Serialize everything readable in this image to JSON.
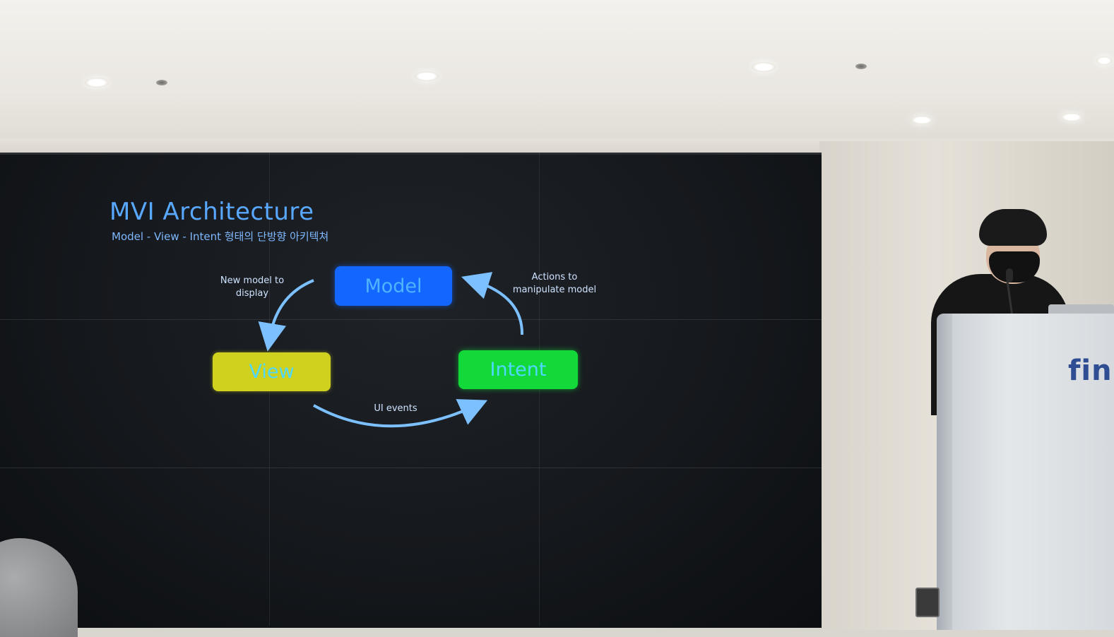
{
  "slide": {
    "title": "MVI Architecture",
    "subtitle": "Model - View - Intent 형태의 단방향 아키텍쳐",
    "boxes": {
      "model": "Model",
      "view": "View",
      "intent": "Intent"
    },
    "arrow_labels": {
      "new_model_line1": "New model to",
      "new_model_line2": "display",
      "actions_line1": "Actions to",
      "actions_line2": "manipulate model",
      "ui_events": "UI events"
    }
  },
  "podium": {
    "logo": "fin"
  },
  "colors": {
    "title_blue": "#59a8ff",
    "model_box": "#1366ff",
    "view_box": "#cfd11e",
    "intent_box": "#12d83a",
    "arrow": "#7cc0ff",
    "podium_logo": "#2f4d92"
  }
}
